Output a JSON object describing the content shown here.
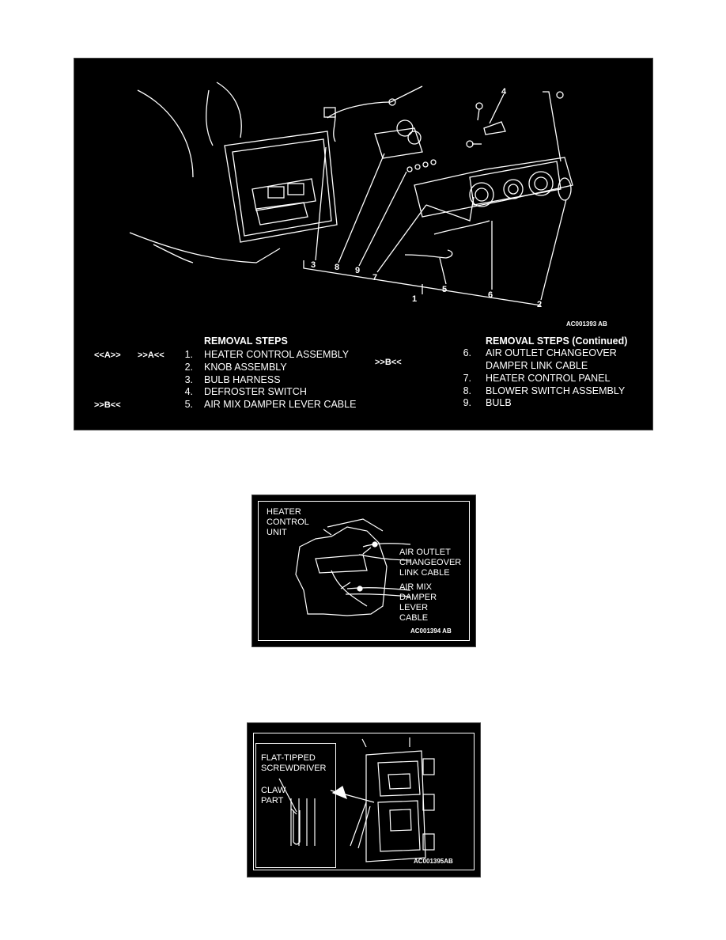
{
  "figure1": {
    "id": "AC001393 AB",
    "callouts": [
      "1",
      "2",
      "3",
      "4",
      "5",
      "6",
      "7",
      "8",
      "9"
    ],
    "left_header": "REMOVAL STEPS",
    "right_header": "REMOVAL STEPS (Continued)",
    "tags": {
      "a_left": "<<A>>",
      "a_right": ">>A<<",
      "b_step5": ">>B<<",
      "b_step6": ">>B<<"
    },
    "left_steps": [
      {
        "num": "1.",
        "text": "HEATER CONTROL ASSEMBLY"
      },
      {
        "num": "2.",
        "text": "KNOB ASSEMBLY"
      },
      {
        "num": "3.",
        "text": "BULB HARNESS"
      },
      {
        "num": "4.",
        "text": "DEFROSTER SWITCH"
      },
      {
        "num": "5.",
        "text": "AIR MIX DAMPER LEVER CABLE"
      }
    ],
    "right_steps": [
      {
        "num": "6.",
        "text": "AIR OUTLET CHANGEOVER",
        "text2": "DAMPER LINK CABLE"
      },
      {
        "num": "7.",
        "text": "HEATER CONTROL PANEL"
      },
      {
        "num": "8.",
        "text": "BLOWER SWITCH ASSEMBLY"
      },
      {
        "num": "9.",
        "text": "BULB"
      }
    ]
  },
  "figure2": {
    "id": "AC001394 AB",
    "heater_label": "HEATER\nCONTROL\nUNIT",
    "outlet_label": "AIR OUTLET\nCHANGEOVER\nLINK CABLE",
    "airmix_label": "AIR MIX\nDAMPER\nLEVER\nCABLE"
  },
  "figure3": {
    "id": "AC001395AB",
    "screwdriver_label": "FLAT-TIPPED\nSCREWDRIVER",
    "claw_label": "CLAW\nPART"
  }
}
